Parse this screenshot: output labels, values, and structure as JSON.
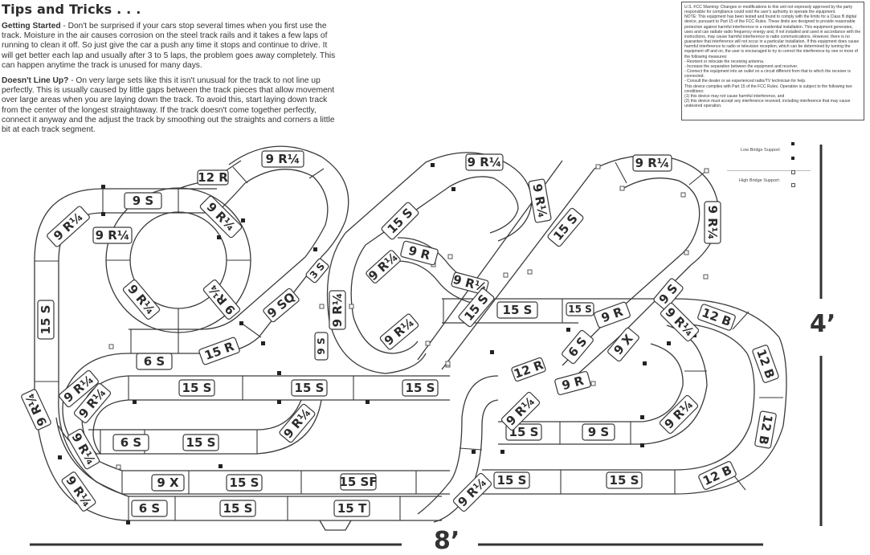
{
  "tips": {
    "title": "Tips and Tricks . . .",
    "getting_started_heading": "Getting Started",
    "getting_started_text": " - Don't be surprised if your cars stop several times when you first use the track.  Moisture in the air causes corrosion on the steel track rails and it takes a few laps of running to clean it off.  So just give the car a push any time it stops and continue to drive.  It will get better each lap and usually after 3 to 5 laps, the problem goes away completely.  This can happen anytime the track is unused for many days.",
    "line_up_heading": "Doesn't Line Up?",
    "line_up_text": " - On very large sets like this it isn't unusual for the track to not line up perfectly.  This is usually caused by little gaps between the track pieces that allow movement over large areas when you are laying down the track.  To avoid this, start laying down track from the center of the longest straightaway.  If the track doesn't come together perfectly, connect it anyway and the adjust the track by smoothing out the straights and corners a little bit at each track segment."
  },
  "fcc": {
    "lines": [
      "U.S. FCC Warning: Changes or modifications to this unit not expressly approved by the party responsible for compliance could void the user's authority to operate the equipment.",
      "NOTE: This equipment has been tested and found to comply with the limits for a Class B digital device, pursuant to Part 15 of the FCC Rules. These limits are designed to provide reasonable protection against harmful interference in a residential installation. This equipment generates, uses and can radiate radio frequency energy and, if not installed and used in accordance with the instructions, may cause harmful interference to radio communications. However, there is no guarantee that interference will not occur in a particular installation. If this equipment does cause harmful interference to radio or television reception, which can be determined by turning the equipment off and on, the user is encouraged to try to correct the interference by one or more of the following measures:",
      "- Reorient or relocate the receiving antenna.",
      "- Increase the separation between the equipment and receiver.",
      "- Connect the equipment into an outlet on a circuit different from that to which the receiver is connected.",
      "- Consult the dealer or an experienced radio/TV technician for help.",
      "This device complies with Part 15 of the FCC Rules. Operation is subject to the following two conditions:",
      "(1) this device may not cause harmful interference, and",
      "(2) this device must accept any interference received, including interference that may cause undesired operation."
    ]
  },
  "legend": {
    "low_bridge": "Low Bridge Support:",
    "high_bridge": "High Bridge Support:"
  },
  "dimensions": {
    "height": "4’",
    "width": "8’"
  },
  "pieces": {
    "p01": "9 R¼",
    "p02": "12 R",
    "p03": "9 S",
    "p04": "9 R¼",
    "p05": "9 R¼",
    "p06": "9 R¼",
    "p07": "15 S",
    "p08": "9 R¼",
    "p09": "9 R¼",
    "p10": "3 S",
    "p11": "9 SQ",
    "p12": "15 R",
    "p13": "6 S",
    "p14": "9 S",
    "p15": "9 R¼",
    "p16": "15 S",
    "p17": "9 R¼",
    "p18": "9 R",
    "p19": "9 R¼",
    "p20": "9 R¼",
    "p21": "15 S",
    "p22": "9 R¼",
    "p23": "9 R¼",
    "p24": "15 S",
    "p25": "15 S",
    "p26": "15 S",
    "p27": "9 S",
    "p28": "9 R",
    "p29": "9 R¼",
    "p30": "12 B",
    "p31": "6 S",
    "p32": "9 X",
    "p33": "12 R",
    "p34": "9 R",
    "p35": "12 B",
    "p36": "9 R¼",
    "p37": "9 R¼",
    "p38": "9 R¼",
    "p39": "15 S",
    "p40": "15 S",
    "p41": "15 S",
    "p42": "9 R¼",
    "p43": "9 R¼",
    "p44": "6 S",
    "p45": "15 S",
    "p46": "9 R¼",
    "p47": "15 S",
    "p48": "9 S",
    "p49": "12 B",
    "p50": "9 R¼",
    "p51": "9 X",
    "p52": "15 S",
    "p53": "15 SF",
    "p54": "9 R¼",
    "p55": "15 S",
    "p56": "15 S",
    "p57": "12 B",
    "p58": "9 R¼",
    "p59": "6 S",
    "p60": "15 S",
    "p61": "15 T",
    "p62": "9 R¼",
    "p63": "9 R¼",
    "p64": "9 R¼",
    "p65": "15 S",
    "p66": "9 R¼"
  }
}
